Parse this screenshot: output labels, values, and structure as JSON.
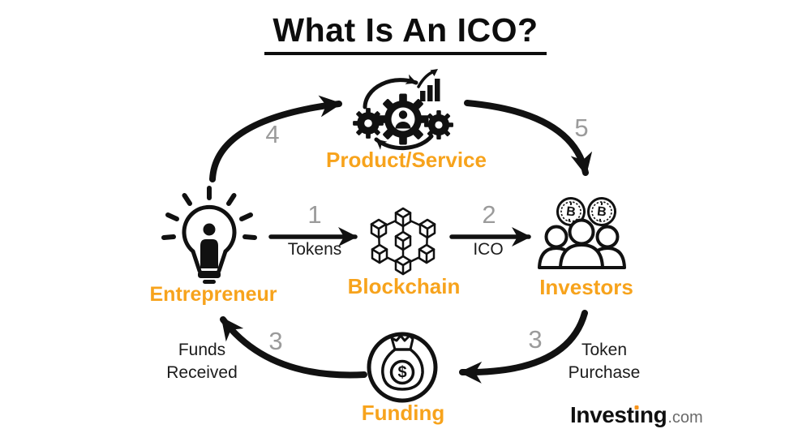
{
  "title": "What Is An ICO?",
  "nodes": {
    "product_service": "Product/Service",
    "entrepreneur": "Entrepreneur",
    "blockchain": "Blockchain",
    "investors": "Investors",
    "funding": "Funding"
  },
  "steps": {
    "step1": {
      "number": "1",
      "label": "Tokens"
    },
    "step2": {
      "number": "2",
      "label": "ICO"
    },
    "step3_purchase": {
      "number": "3",
      "label": "Token Purchase"
    },
    "step3_funds": {
      "number": "3",
      "label": "Funds Received"
    },
    "step4": {
      "number": "4"
    },
    "step5": {
      "number": "5"
    }
  },
  "icons": {
    "bitcoin_symbol": "B",
    "dollar_symbol": "$"
  },
  "branding": {
    "name_prefix": "Invest",
    "name_dotless_i": "ı",
    "name_suffix": "ng",
    "tld": ".com",
    "full_name": "Investing.com"
  },
  "colors": {
    "accent_orange": "#F7A31C",
    "number_gray": "#9B9B9B",
    "ink": "#111111",
    "background": "#FFFFFF"
  }
}
